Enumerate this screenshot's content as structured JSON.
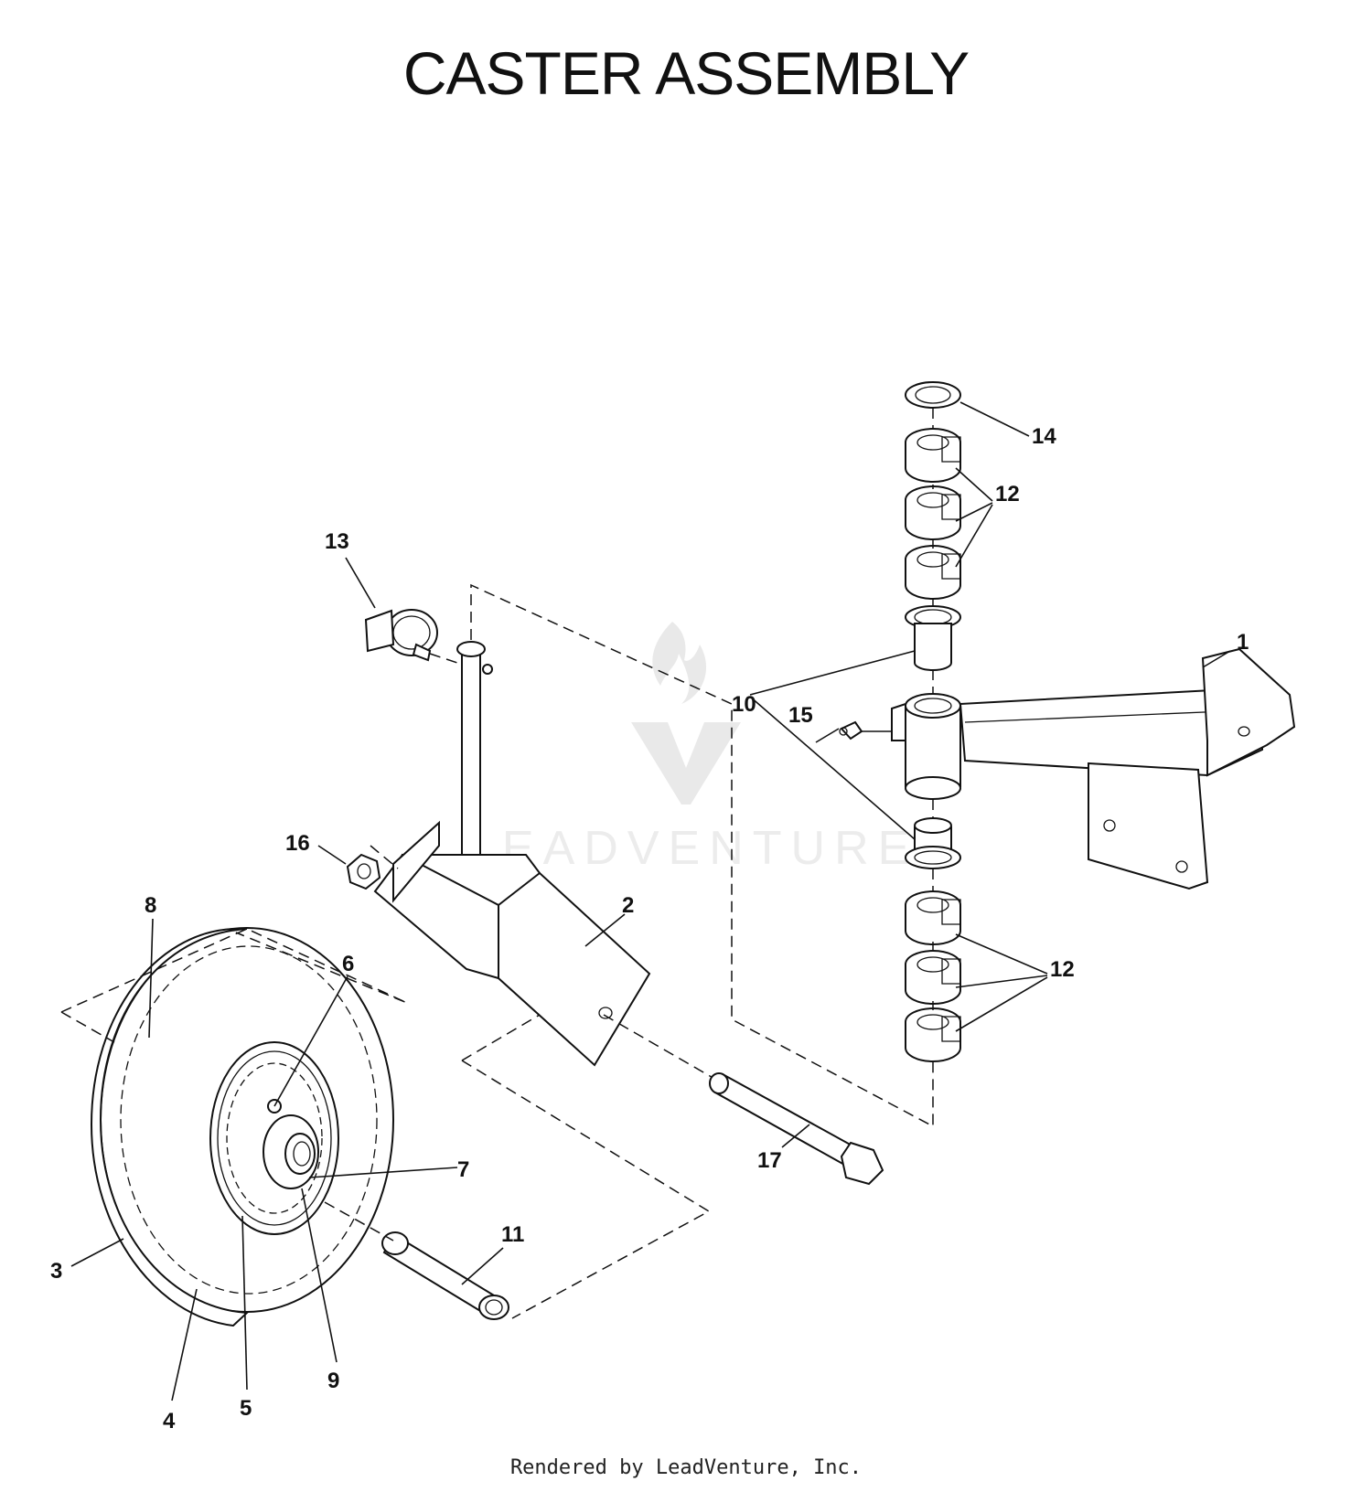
{
  "title": "CASTER ASSEMBLY",
  "footer": "Rendered by LeadVenture, Inc.",
  "watermark": "LEADVENTURE",
  "callouts": [
    "1",
    "2",
    "3",
    "4",
    "5",
    "6",
    "7",
    "8",
    "9",
    "10",
    "11",
    "12",
    "12",
    "13",
    "14",
    "15",
    "16",
    "17"
  ],
  "colors": {
    "line": "#111111",
    "background": "#ffffff",
    "watermark": "#e9e9e9"
  }
}
